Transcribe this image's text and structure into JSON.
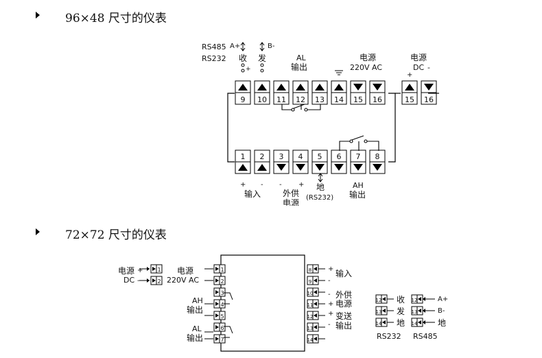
{
  "sections": [
    {
      "title": "96×48 尺寸的仪表"
    },
    {
      "title": "72×72 尺寸的仪表"
    }
  ],
  "d96": {
    "top_terminals": [
      "9",
      "10",
      "11",
      "12",
      "13",
      "14",
      "15",
      "16"
    ],
    "right_terminals": [
      "15",
      "16"
    ],
    "bottom_terminals": [
      "1",
      "2",
      "3",
      "4",
      "5",
      "6",
      "7",
      "8"
    ],
    "labels": {
      "rs485": "RS485",
      "rs232": "RS232",
      "a_plus": "A+",
      "b_minus": "B-",
      "recv": "收",
      "send": "发",
      "al": "AL",
      "output": "输出",
      "power": "电源",
      "v220": "220V AC",
      "power_dc": "电源",
      "dc": "DC",
      "plus": "+",
      "minus": "-",
      "input": "输入",
      "ext_supply_1": "外供",
      "ext_supply_2": "电源",
      "ground": "地",
      "rs232_paren": "(RS232)",
      "ah": "AH",
      "ah_output": "输出"
    }
  },
  "d72": {
    "left_terminals": [
      "1",
      "2",
      "3",
      "4",
      "5",
      "6",
      "7"
    ],
    "right_terminals": [
      "8",
      "9",
      "10",
      "11",
      "12",
      "13",
      "14"
    ],
    "comm_terminals": [
      "12",
      "13",
      "14"
    ],
    "labels": {
      "power_dc": "电源",
      "dc": "DC",
      "power": "电源",
      "v220": "220V AC",
      "ah": "AH",
      "ah_output": "输出",
      "al": "AL",
      "al_output": "输出",
      "input": "输入",
      "ext_supply": "外供",
      "ext_power": "电源",
      "transmit": "变送",
      "transmit_output": "输出",
      "recv": "收",
      "send": "发",
      "ground": "地",
      "a_plus": "A+",
      "b_minus": "B-",
      "ground2": "地",
      "rs232": "RS232",
      "rs485": "RS485",
      "plus": "+",
      "minus": "-"
    }
  }
}
